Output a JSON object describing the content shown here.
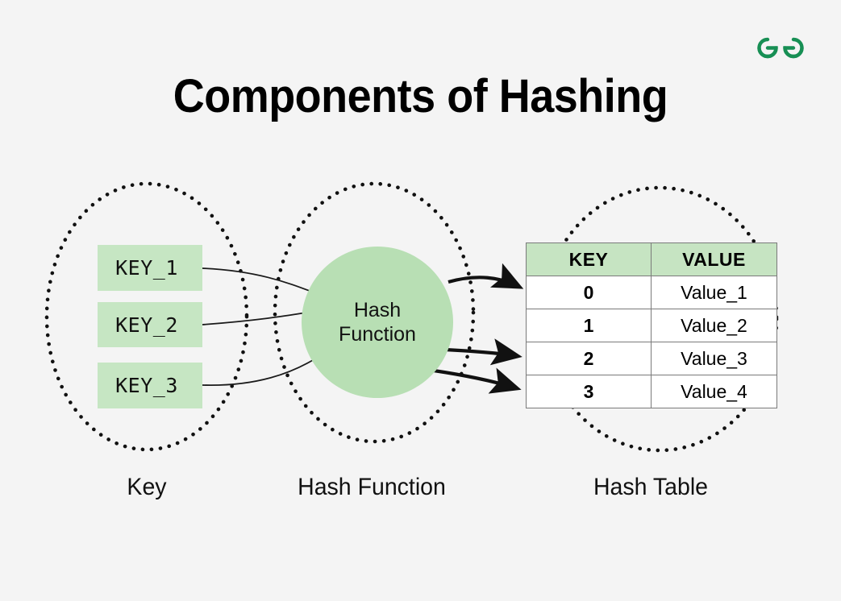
{
  "page": {
    "title": "Components of Hashing",
    "background_color": "#f4f4f4",
    "accent_green": "#c6e6c3",
    "circle_green": "#b8dfb4",
    "logo_green": "#178f54"
  },
  "logo": {
    "name": "geeksforgeeks-logo",
    "alt": "GeeksforGeeks"
  },
  "keys": {
    "group_label": "Key",
    "items": [
      {
        "label": "KEY_1"
      },
      {
        "label": "KEY_2"
      },
      {
        "label": "KEY_3"
      }
    ]
  },
  "hash_function": {
    "group_label": "Hash Function",
    "line1": "Hash",
    "line2": "Function"
  },
  "hash_table": {
    "group_label": "Hash Table",
    "headers": [
      "KEY",
      "VALUE"
    ],
    "rows": [
      {
        "key": "0",
        "value": "Value_1"
      },
      {
        "key": "1",
        "value": "Value_2"
      },
      {
        "key": "2",
        "value": "Value_3"
      },
      {
        "key": "3",
        "value": "Value_4"
      }
    ]
  },
  "connections": {
    "key_to_function": [
      {
        "from": "KEY_1",
        "to": "Hash Function"
      },
      {
        "from": "KEY_2",
        "to": "Hash Function"
      },
      {
        "from": "KEY_3",
        "to": "Hash Function"
      }
    ],
    "function_to_table": [
      {
        "from": "Hash Function",
        "to": "0"
      },
      {
        "from": "Hash Function",
        "to": "2"
      },
      {
        "from": "Hash Function",
        "to": "3"
      }
    ]
  }
}
